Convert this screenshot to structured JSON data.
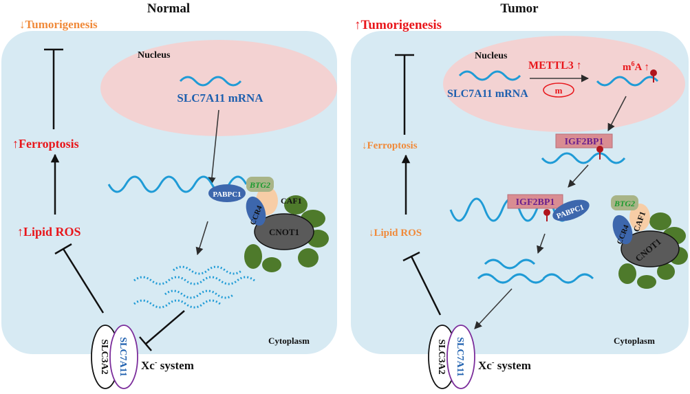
{
  "panels": {
    "normal": {
      "title": "Normal",
      "tumorigenesis": {
        "arrow": "↓",
        "text": "Tumorigenesis"
      },
      "ferroptosis": {
        "arrow": "↑",
        "text": "Ferroptosis"
      },
      "lipid_ros": {
        "arrow": "↑",
        "text": "Lipid ROS"
      },
      "nucleus": "Nucleus",
      "mrna": "SLC7A11 mRNA",
      "cytoplasm": "Cytoplasm",
      "xc_system": {
        "prefix": "Xc",
        "sup": "-",
        "suffix": " system"
      },
      "proteins": {
        "pabpc1": "PABPC1",
        "btg2": "BTG2",
        "caf1": "CAF1",
        "ccr4": "CCR4",
        "cnot1": "CNOT1"
      },
      "transporters": {
        "slc3a2": "SLC3A2",
        "slc7a11": "SLC7A11"
      }
    },
    "tumor": {
      "title": "Tumor",
      "tumorigenesis": {
        "arrow": "↑",
        "text": "Tumorigenesis"
      },
      "ferroptosis": {
        "arrow": "↓",
        "text": "Ferroptosis"
      },
      "lipid_ros": {
        "arrow": "↓",
        "text": "Lipid ROS"
      },
      "nucleus": "Nucleus",
      "mrna": "SLC7A11 mRNA",
      "mettl3": {
        "text": "METTL3",
        "arrow": "↑"
      },
      "m6a": {
        "base": "m",
        "sup": "6",
        "tail": "A",
        "arrow": "↑"
      },
      "m_badge": "m",
      "igf2bp1": "IGF2BP1",
      "cytoplasm": "Cytoplasm",
      "xc_system": {
        "prefix": "Xc",
        "sup": "-",
        "suffix": " system"
      },
      "proteins": {
        "pabpc1": "PABPC1",
        "btg2": "BTG2",
        "caf1": "CAF1",
        "ccr4": "CCR4",
        "cnot1": "CNOT1"
      },
      "transporters": {
        "slc3a2": "SLC3A2",
        "slc7a11": "SLC7A11"
      }
    }
  },
  "colors": {
    "cell_fill": "#d7eaf3",
    "nucleus_fill": "#f3d2d2",
    "mrna_blue": "#1f9bd6",
    "label_red": "#e8161b",
    "label_orange": "#f08a3a",
    "label_blue": "#1d5fae",
    "igf2bp1_fill": "#d98d92",
    "igf2bp1_text": "#6a1f8c",
    "pabpc1_fill": "#3d67ad",
    "btg2_fill": "#a8b487",
    "btg2_text": "#1a9a2e",
    "caf1_fill": "#f7cda6",
    "cnot1_fill": "#5a5a5a",
    "green_blob": "#4e7a2b",
    "slc7a11_ring": "#7b2d9b"
  }
}
